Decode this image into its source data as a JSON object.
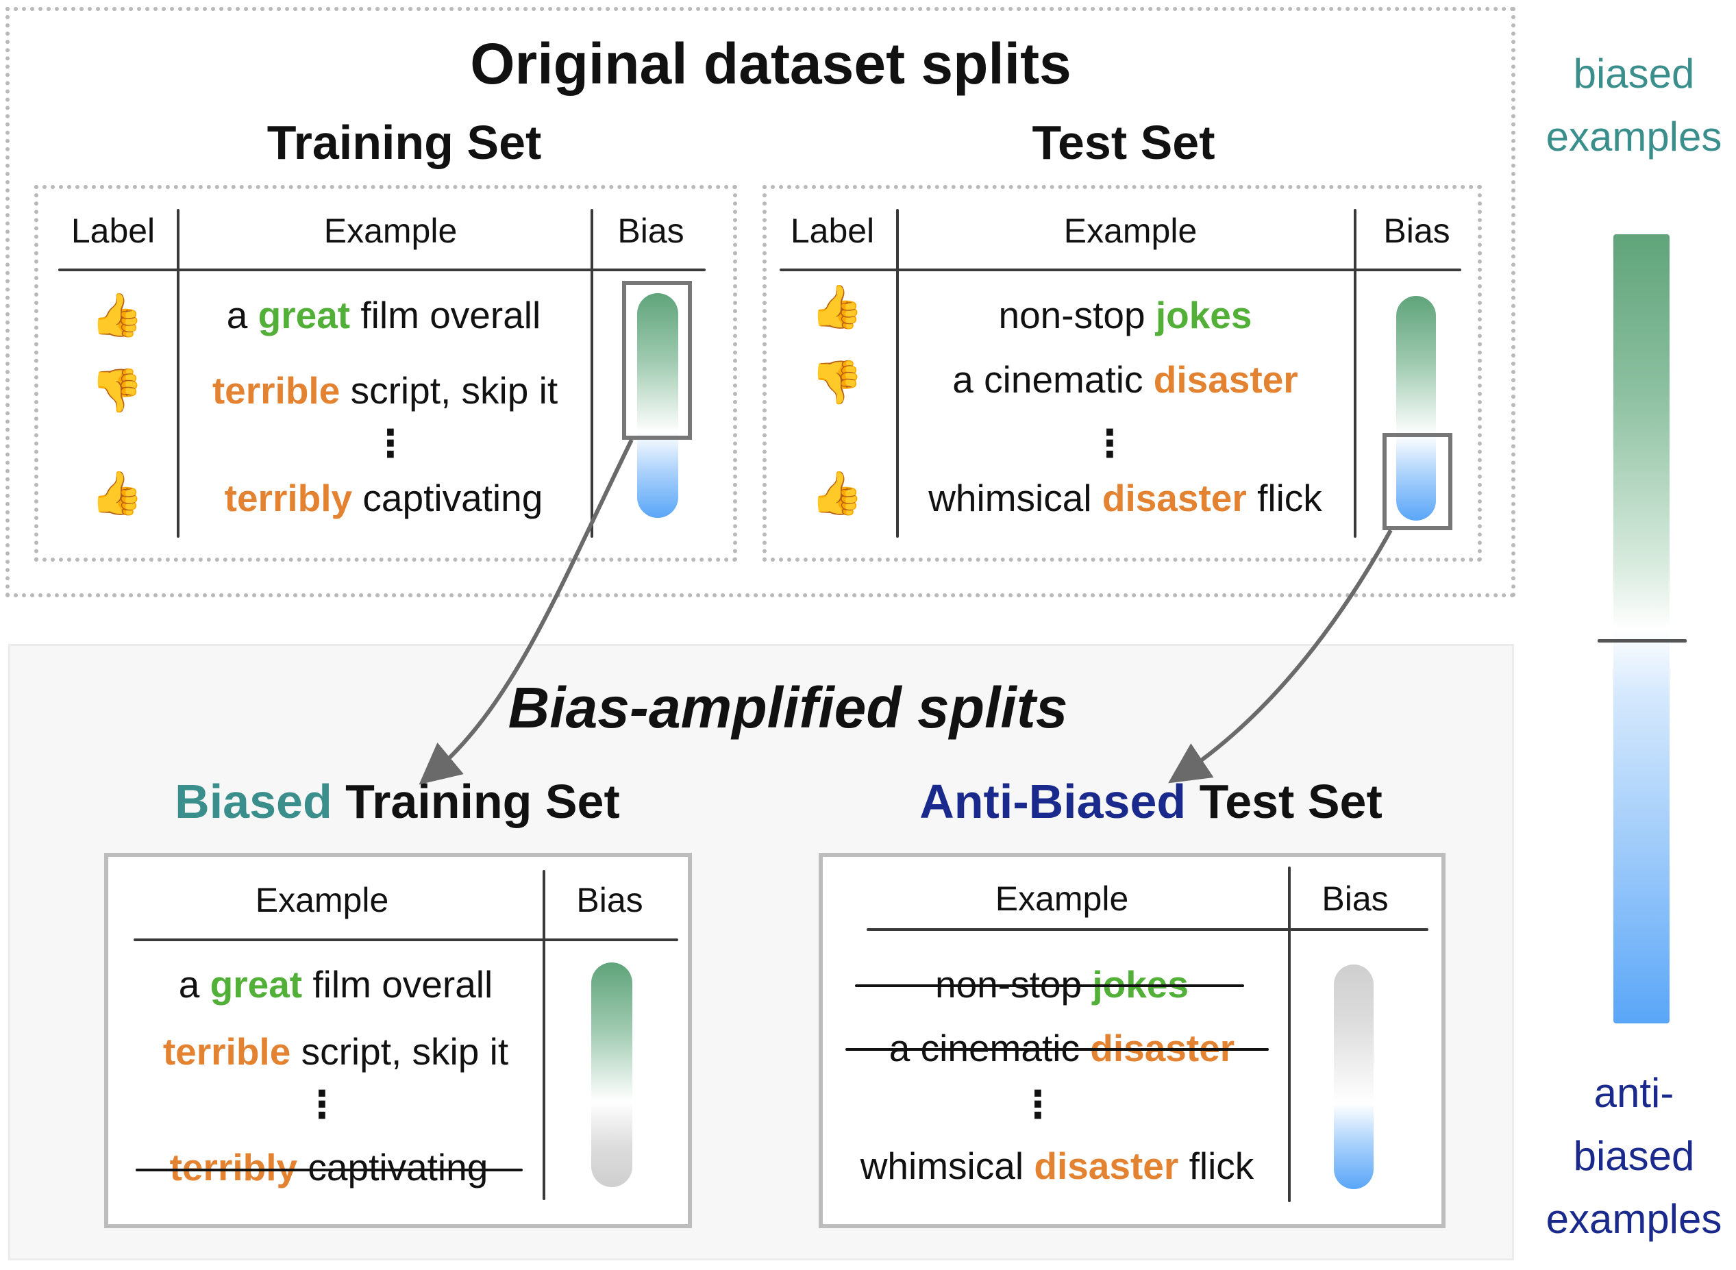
{
  "original": {
    "title": "Original dataset splits",
    "training": {
      "title": "Training Set",
      "headers": {
        "label": "Label",
        "example": "Example",
        "bias": "Bias"
      },
      "rows": [
        {
          "pre": "a ",
          "hl": "great",
          "post": " film overall"
        },
        {
          "pre": "",
          "hl": "terrible",
          "post": " script, skip it"
        },
        {
          "pre": "",
          "hl": "terribly",
          "post": " captivating"
        }
      ]
    },
    "test": {
      "title": "Test Set",
      "headers": {
        "label": "Label",
        "example": "Example",
        "bias": "Bias"
      },
      "rows": [
        {
          "pre": "non-stop ",
          "hl": "jokes",
          "post": ""
        },
        {
          "pre": "a cinematic ",
          "hl": "disaster",
          "post": ""
        },
        {
          "pre": "whimsical ",
          "hl": "disaster",
          "post": " flick"
        }
      ]
    },
    "ellipsis": "⋮"
  },
  "amplified": {
    "title": "Bias-amplified splits",
    "biased_training": {
      "title_hl": "Biased",
      "title_rest": " Training Set",
      "headers": {
        "example": "Example",
        "bias": "Bias"
      },
      "rows": [
        {
          "pre": "a ",
          "hl": "great",
          "post": " film overall"
        },
        {
          "pre": "",
          "hl": "terrible",
          "post": " script, skip it"
        },
        {
          "pre": "",
          "hl": "terribly",
          "post": " captivating"
        }
      ]
    },
    "anti_biased_test": {
      "title_hl": "Anti-Biased",
      "title_rest": " Test Set",
      "headers": {
        "example": "Example",
        "bias": "Bias"
      },
      "rows": [
        {
          "pre": "non-stop ",
          "hl": "jokes",
          "post": ""
        },
        {
          "pre": "a cinematic ",
          "hl": "disaster",
          "post": ""
        },
        {
          "pre": "whimsical ",
          "hl": "disaster",
          "post": " flick"
        }
      ]
    }
  },
  "legend": {
    "top_line1": "biased",
    "top_line2": "examples",
    "bottom_line1": "anti-",
    "bottom_line2": "biased",
    "bottom_line3": "examples"
  },
  "colors": {
    "positive_word": "#52b038",
    "negative_word": "#e38332",
    "biased": "#3a8f8c",
    "anti_biased": "#1a2a8c",
    "bias_green": "#5fa47a",
    "bias_blue": "#5aa6f8"
  },
  "icons": {
    "thumbs_up": "👍",
    "thumbs_down": "👎"
  }
}
